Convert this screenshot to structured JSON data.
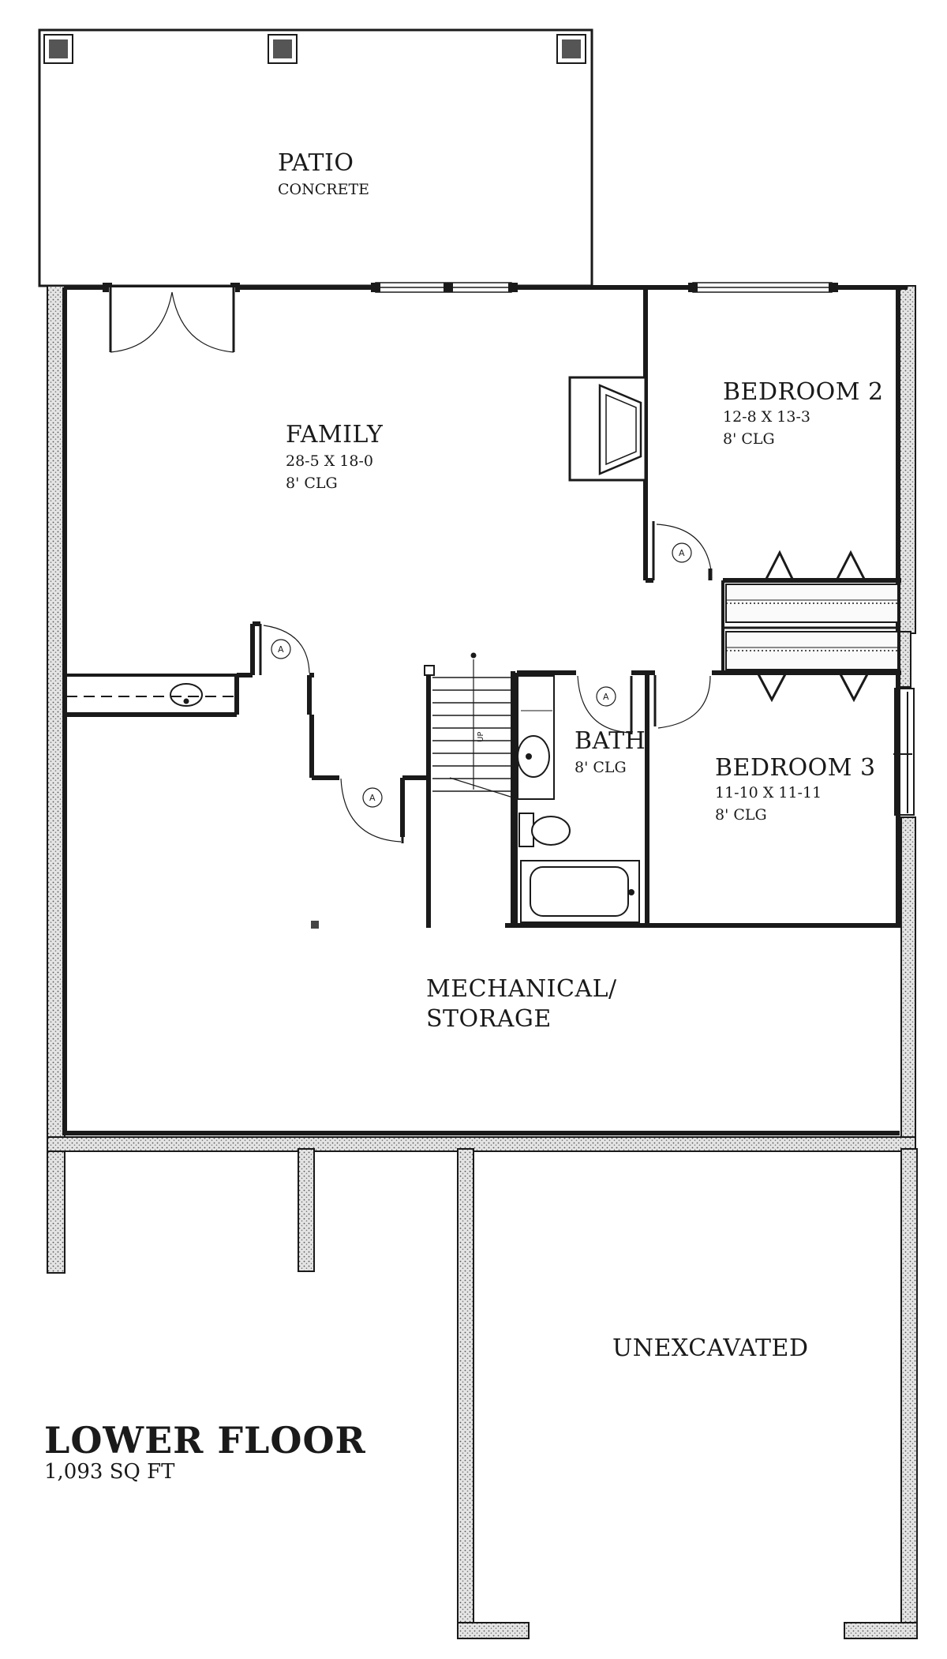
{
  "plan": {
    "title": "LOWER FLOOR",
    "area": "1,093 SQ FT"
  },
  "rooms": {
    "patio": {
      "name": "PATIO",
      "detail": "CONCRETE"
    },
    "family": {
      "name": "FAMILY",
      "size": "28-5 X 18-0",
      "ceiling": "8' CLG"
    },
    "bedroom2": {
      "name": "BEDROOM 2",
      "size": "12-8 X 13-3",
      "ceiling": "8' CLG"
    },
    "bath": {
      "name": "BATH",
      "ceiling": "8' CLG"
    },
    "bedroom3": {
      "name": "BEDROOM 3",
      "size": "11-10 X 11-11",
      "ceiling": "8' CLG"
    },
    "mechanical": {
      "line1": "MECHANICAL/",
      "line2": "STORAGE"
    },
    "unexcavated": {
      "name": "UNEXCAVATED"
    }
  },
  "door_tag": "A",
  "stair": {
    "up": "UP"
  },
  "colors": {
    "line": "#1a1a1a",
    "foundation": "#d8d8d8",
    "paper": "#ffffff"
  }
}
